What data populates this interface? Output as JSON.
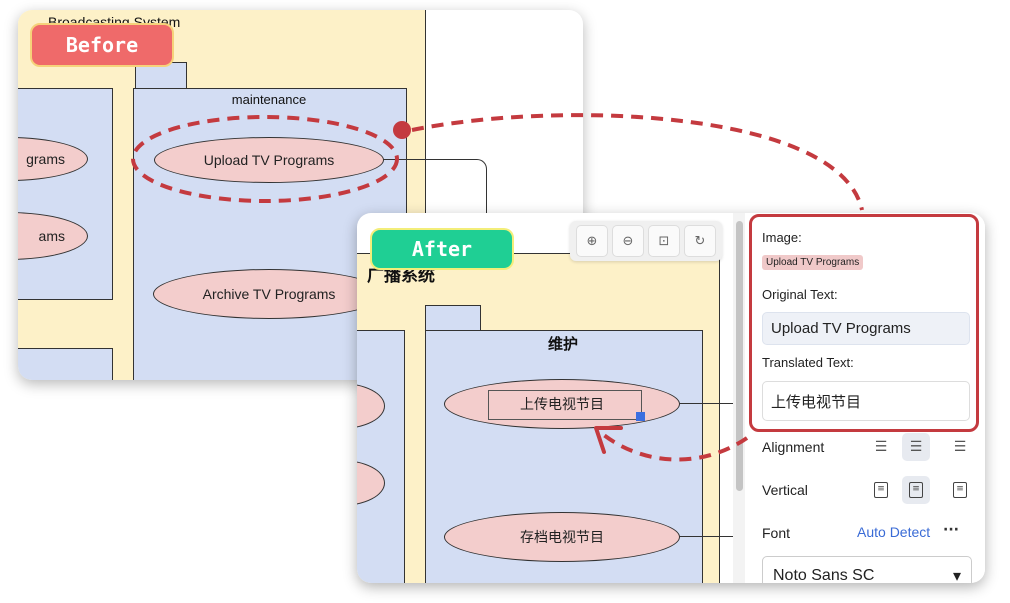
{
  "badges": {
    "before": "Before",
    "after": "After"
  },
  "before": {
    "diagram_title": "Broadcasting System",
    "package_label": "maintenance",
    "use_cases": [
      "Upload TV Programs",
      "Archive TV Programs"
    ],
    "left_partial": [
      "grams",
      "ams"
    ]
  },
  "after": {
    "diagram_title": "广播系统",
    "package_label": "维护",
    "use_cases": [
      "上传电视节目",
      "存档电视节目"
    ]
  },
  "zoom_controls": [
    "zoom-in-icon",
    "zoom-out-icon",
    "zoom-fit-icon",
    "reset-icon"
  ],
  "panel": {
    "image_label": "Image:",
    "image_chip": "Upload TV Programs",
    "original_label": "Original Text:",
    "original_value": "Upload TV Programs",
    "translated_label": "Translated Text:",
    "translated_value": "上传电视节目",
    "alignment_label": "Alignment",
    "vertical_label": "Vertical",
    "font_label": "Font",
    "font_auto": "Auto Detect",
    "font_more": "···",
    "font_select": "Noto Sans SC"
  },
  "colors": {
    "highlight": "#c43a3f",
    "before_badge": "#ef6a6a",
    "after_badge": "#1fcf94",
    "link": "#3a6bd6"
  }
}
